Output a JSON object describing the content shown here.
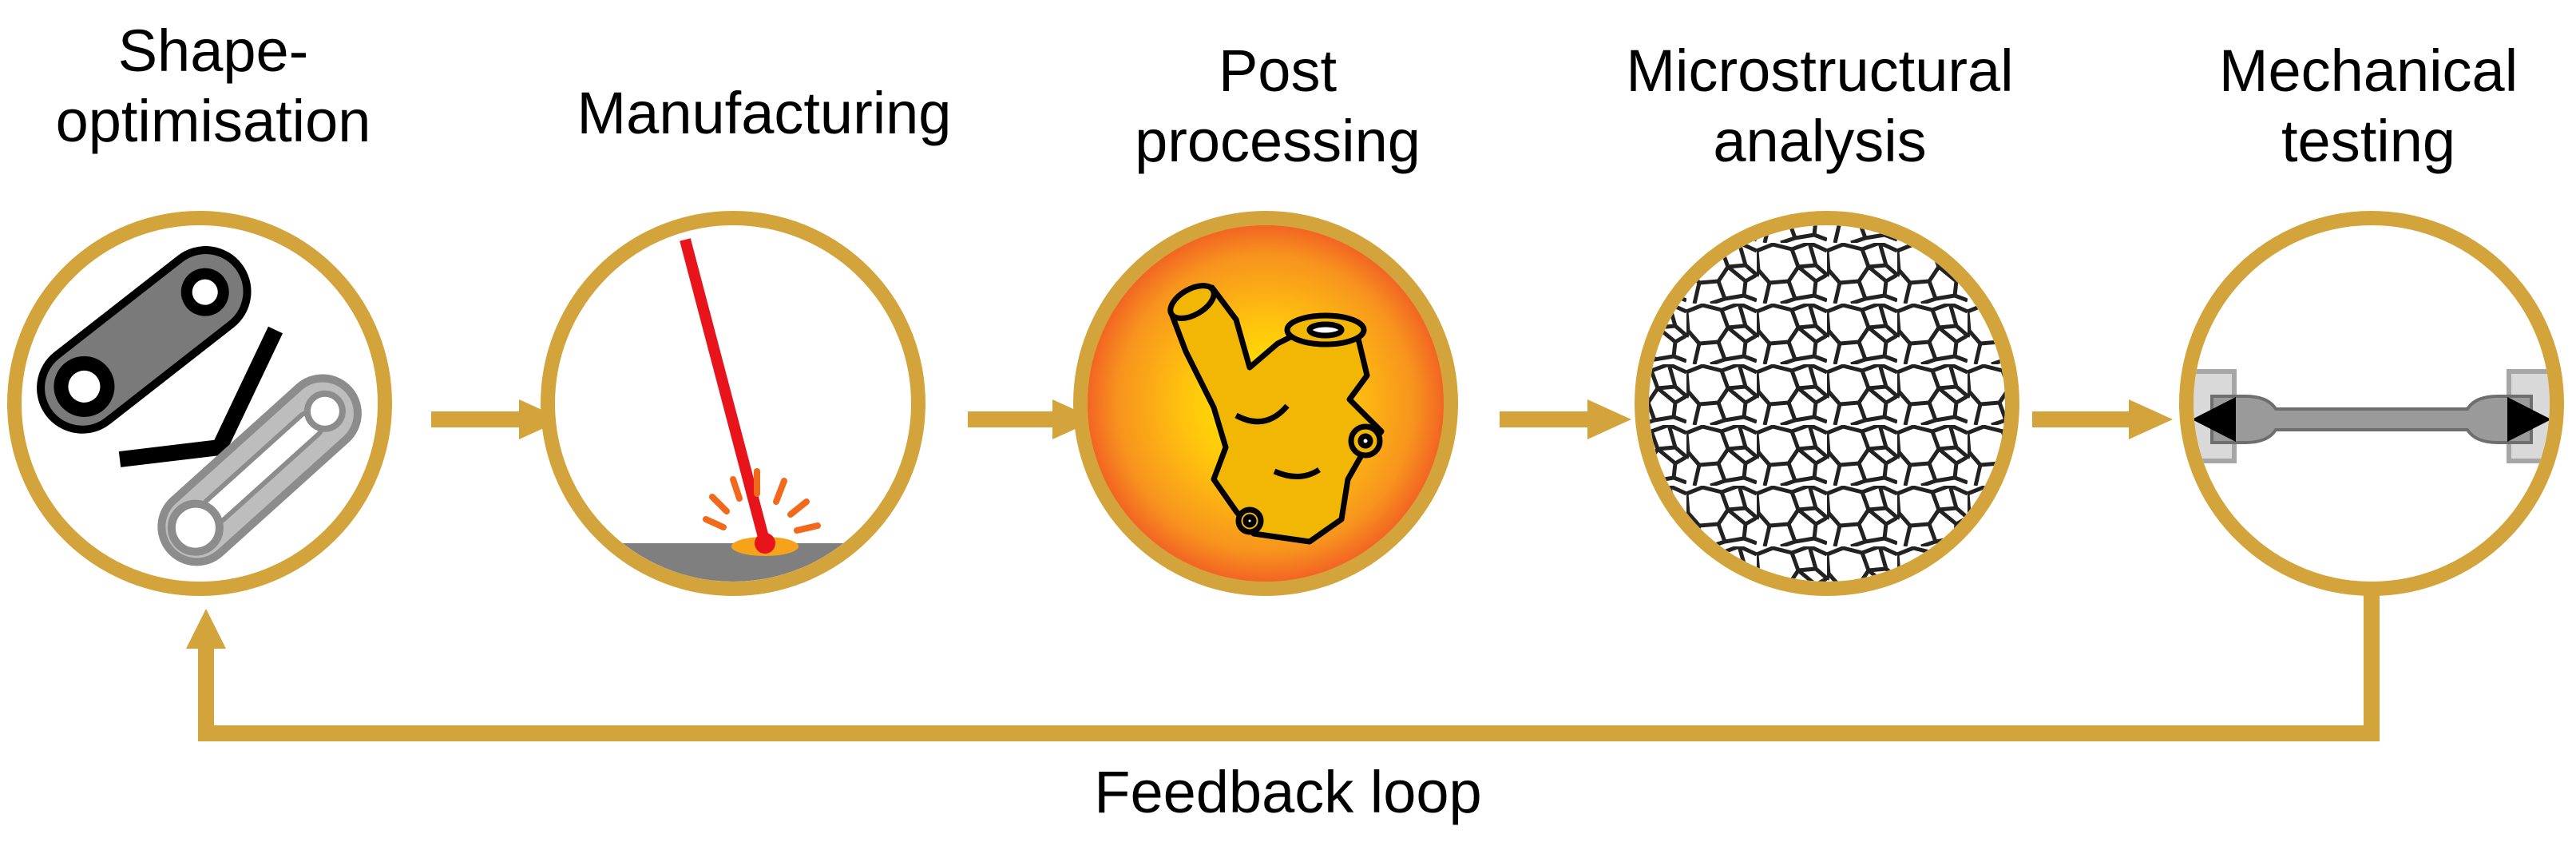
{
  "colors": {
    "accent": "#D4A43C",
    "laser": "#E8141B",
    "spark": "#F2691C",
    "steel": "#8C8C8C",
    "part_fill": "#F2B705"
  },
  "stages": [
    {
      "label": "Shape-\noptimisation",
      "icon": "link-parts-icon"
    },
    {
      "label": "Manufacturing",
      "icon": "laser-melting-icon"
    },
    {
      "label": "Post\nprocessing",
      "icon": "heated-part-icon"
    },
    {
      "label": "Microstructural\nanalysis",
      "icon": "grain-structure-icon"
    },
    {
      "label": "Mechanical\ntesting",
      "icon": "tensile-specimen-icon"
    }
  ],
  "feedback": {
    "label": "Feedback loop"
  }
}
